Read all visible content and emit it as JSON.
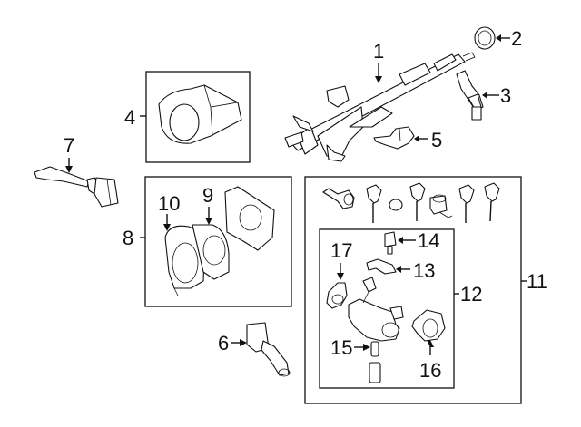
{
  "diagram": {
    "title": "Steering Column Components",
    "callouts": [
      {
        "id": "1",
        "label": "1",
        "part": "steering-column-assembly"
      },
      {
        "id": "2",
        "label": "2",
        "part": "column-bearing-ring"
      },
      {
        "id": "3",
        "label": "3",
        "part": "intermediate-shaft-joint"
      },
      {
        "id": "4",
        "label": "4",
        "part": "column-shroud-cover"
      },
      {
        "id": "5",
        "label": "5",
        "part": "mounting-bracket"
      },
      {
        "id": "6",
        "label": "6",
        "part": "wiper-switch"
      },
      {
        "id": "7",
        "label": "7",
        "part": "turn-signal-switch"
      },
      {
        "id": "8",
        "label": "8",
        "part": "clock-spring-assembly"
      },
      {
        "id": "9",
        "label": "9",
        "part": "clock-spring-sensor"
      },
      {
        "id": "10",
        "label": "10",
        "part": "clock-spring-housing"
      },
      {
        "id": "11",
        "label": "11",
        "part": "lock-set-with-keys"
      },
      {
        "id": "12",
        "label": "12",
        "part": "ignition-lock-housing-assembly"
      },
      {
        "id": "13",
        "label": "13",
        "part": "lock-bracket"
      },
      {
        "id": "14",
        "label": "14",
        "part": "shear-bolt"
      },
      {
        "id": "15",
        "label": "15",
        "part": "lock-cylinder-pin"
      },
      {
        "id": "16",
        "label": "16",
        "part": "immobilizer-ring"
      },
      {
        "id": "17",
        "label": "17",
        "part": "ignition-switch"
      }
    ]
  }
}
